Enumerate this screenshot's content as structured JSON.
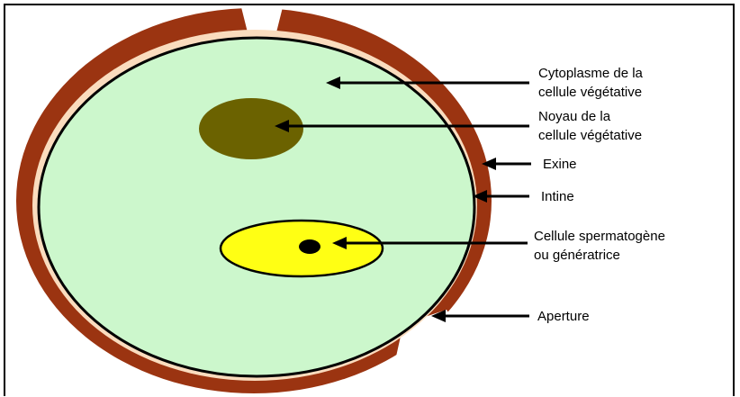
{
  "colors": {
    "exine": "#9b3411",
    "intine": "#fadcbe",
    "cytoplasm": "#ccf7cc",
    "vegetative_nucleus": "#6b6200",
    "generative_cell": "#ffff14",
    "generative_nucleus": "#000000",
    "frame": "#000000"
  },
  "labels": {
    "cytoplasme": [
      "Cytoplasme de la",
      "cellule végétative"
    ],
    "noyau": [
      "Noyau de la",
      "cellule végétative"
    ],
    "exine": "Exine",
    "intine": "Intine",
    "spermatogene": [
      "Cellule spermatogène",
      "ou génératrice"
    ],
    "aperture": "Aperture"
  }
}
